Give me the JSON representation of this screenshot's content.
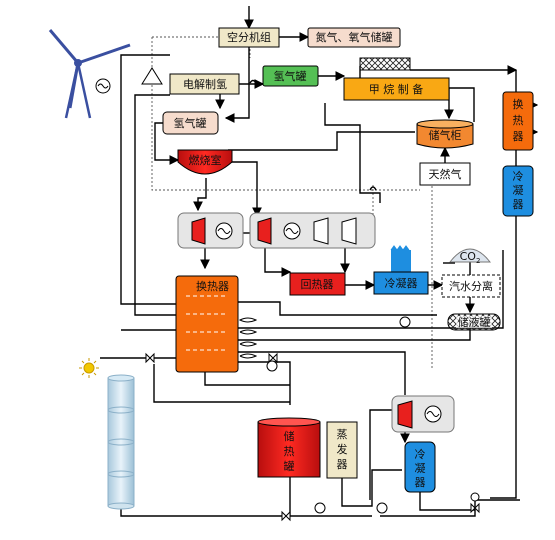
{
  "labels": {
    "air_separation": "空分机组",
    "n2_o2_tank": "氮气、氧气储罐",
    "electrolysis": "电解制氢",
    "hydrogen_tank_top": "氢气罐",
    "hydrogen_tank": "氢气罐",
    "methanation": "甲 烷 制 备",
    "gas_holder": "储气柜",
    "natural_gas": "天然气",
    "combustor": "燃烧室",
    "heat_exchanger_main": "换热器",
    "recuperator": "回热器",
    "condenser_mid": "冷凝器",
    "water_separation": "汽水分离",
    "co2": "CO",
    "co2_sub": "2",
    "storage_tank_right": "储液罐",
    "heat_exchanger_right": [
      "换",
      "热",
      "器"
    ],
    "condenser_right_top": [
      "冷",
      "凝",
      "器"
    ],
    "storage_tank_hot": [
      "储",
      "热",
      "罐"
    ],
    "evaporator": [
      "蒸",
      "发",
      "器"
    ],
    "condenser_bottom": [
      "冷",
      "凝",
      "器"
    ]
  },
  "colors": {
    "box_yellow": "#f0e8c8",
    "tank_pink": "#f6dccd",
    "hydrogen_green": "#55c055",
    "methane_orange": "#f9a814",
    "holder_orange": "#f28830",
    "combustor_red": "#e8201e",
    "hx_orange": "#f56b0c",
    "blue": "#1e8ee0",
    "steel_blue": "#2a6fcc",
    "gray_panel": "#e6e6e6",
    "solar_column": "#bcd9ea"
  }
}
